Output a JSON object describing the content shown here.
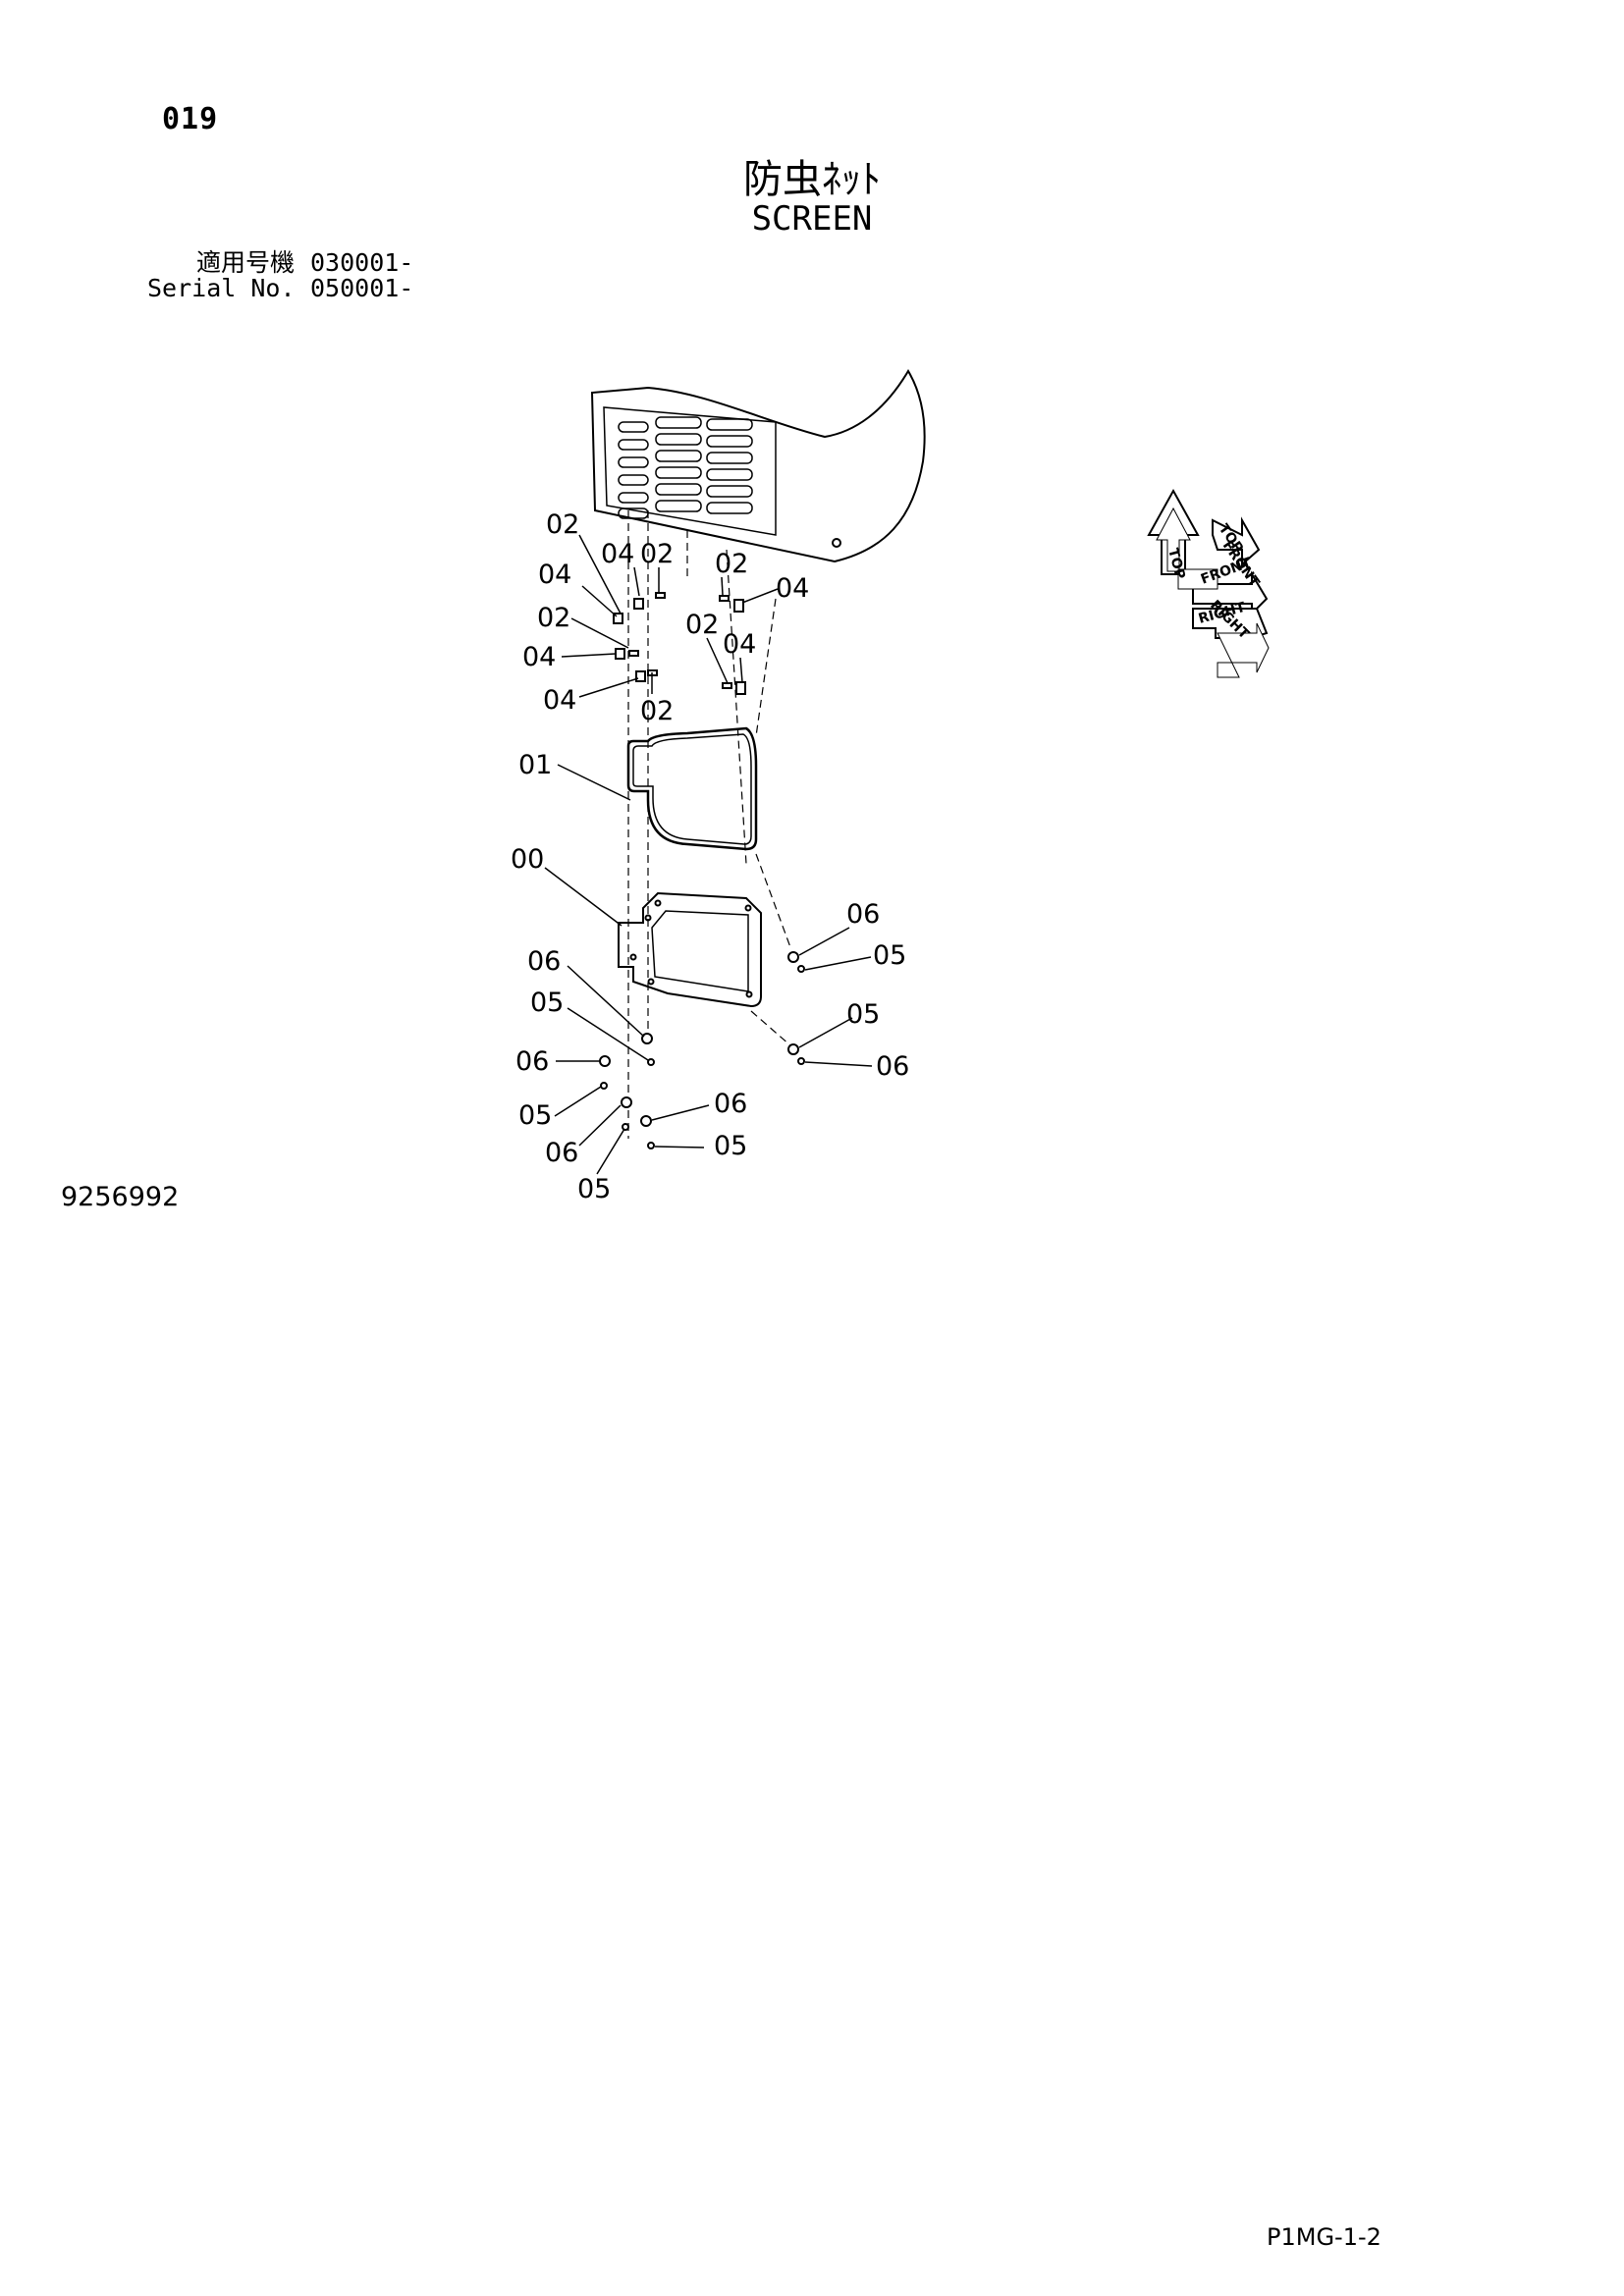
{
  "header": {
    "page_number": "019",
    "title_ja": "防虫ﾈｯﾄ",
    "title_en": "SCREEN",
    "serial": [
      {
        "label": "適用号機",
        "value": "030001-"
      },
      {
        "label": "Serial No.",
        "value": "050001-"
      }
    ]
  },
  "diagram": {
    "callouts": [
      "02",
      "04",
      "02",
      "02",
      "04",
      "04",
      "02",
      "02",
      "04",
      "04",
      "04",
      "02",
      "01",
      "00",
      "06",
      "05",
      "06",
      "05",
      "05",
      "06",
      "06",
      "05",
      "06",
      "05",
      "06",
      "05"
    ],
    "orientation": {
      "top": "TOP",
      "top2": "TOP",
      "front": "FRONT",
      "front2": "FRONT",
      "right": "RIGHT",
      "right2": "RIGHT"
    }
  },
  "footer": {
    "drawing_code": "9256992",
    "page_ref": "P1MG-1-2"
  }
}
